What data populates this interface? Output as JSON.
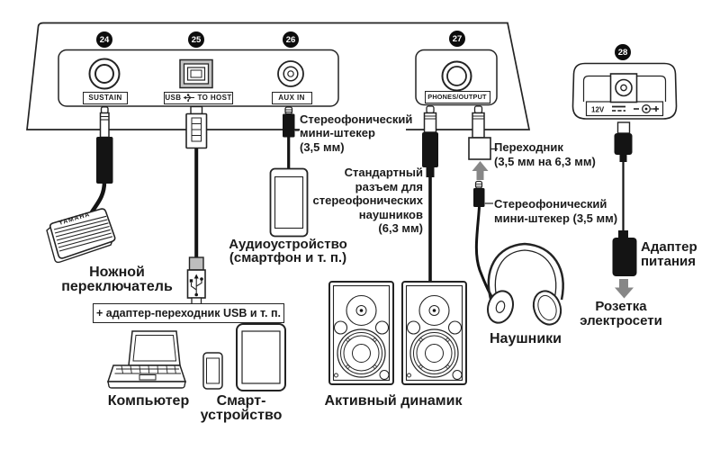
{
  "colors": {
    "line": "#232323",
    "text": "#1b1b1b",
    "arrow": "#878787"
  },
  "badges": {
    "sustain": "24",
    "usb": "25",
    "aux": "26",
    "phones": "27",
    "dc": "28"
  },
  "port_labels": {
    "sustain": "SUSTAIN",
    "usb_prefix": "USB",
    "usb_suffix": "TO HOST",
    "aux": "AUX IN",
    "phones": "PHONES/OUTPUT",
    "dc_voltage": "12V"
  },
  "annotations": {
    "aux_mini_plug": "Стереофонический\nмини-штекер\n(3,5 мм)",
    "phones_standard_plug": "Стандартный\nразъем для\nстереофонических\nнаушников\n(6,3 мм)",
    "adapter": "Переходник\n(3,5 мм на 6,3 мм)",
    "headphone_mini_plug": "Стереофонический\nмини-штекер (3,5 мм)",
    "usb_adapter_note": "+ адаптер-переходник USB и т. п."
  },
  "device_labels": {
    "foot_switch": "Ножной\nпереключатель",
    "audio_device": "Аудиоустройство\n(смартфон и т. п.)",
    "computer": "Компьютер",
    "smart_device": "Смарт-\nустройство",
    "active_speaker": "Активный динамик",
    "headphones": "Наушники",
    "power_adapter": "Адаптер\nпитания",
    "outlet": "Розетка\nэлектросети",
    "pedal_brand": "YAMAHA"
  }
}
